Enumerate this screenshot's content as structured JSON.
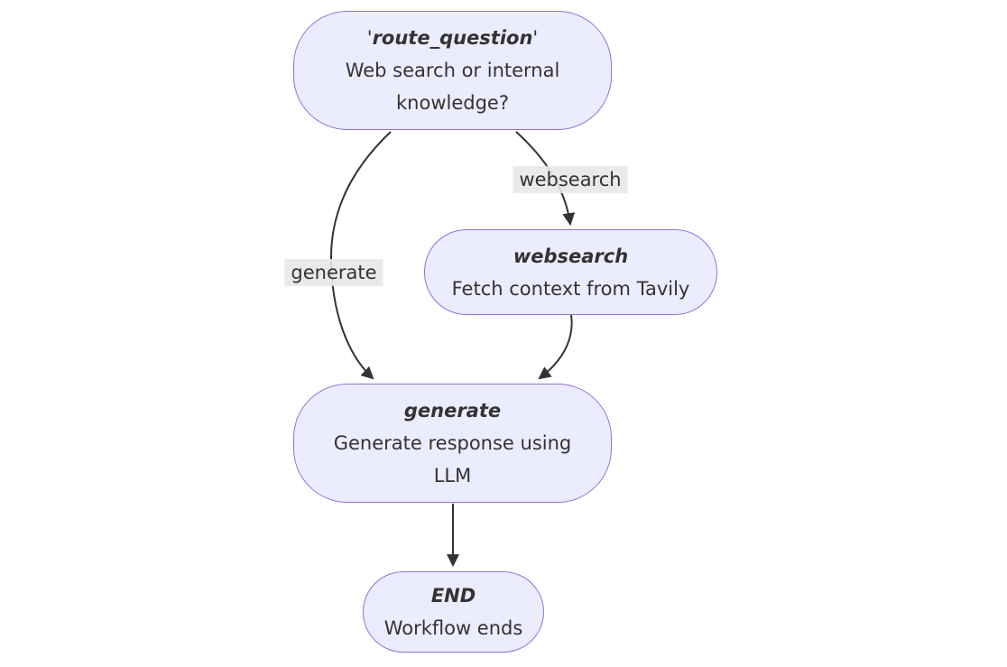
{
  "diagram": {
    "type": "flowchart",
    "nodes": {
      "route_question": {
        "quote_open": "'",
        "title": "route_question",
        "quote_close": "'",
        "desc_lines": [
          "Web search or internal",
          "knowledge?"
        ]
      },
      "websearch": {
        "title": "websearch",
        "desc_lines": [
          "Fetch context from Tavily"
        ]
      },
      "generate": {
        "title": "generate",
        "desc_lines": [
          "Generate response using",
          "LLM"
        ]
      },
      "end": {
        "title": "END",
        "desc_lines": [
          "Workflow ends"
        ]
      }
    },
    "edges": [
      {
        "from": "route_question",
        "to": "websearch",
        "label": "websearch"
      },
      {
        "from": "route_question",
        "to": "generate",
        "label": "generate"
      },
      {
        "from": "websearch",
        "to": "generate",
        "label": ""
      },
      {
        "from": "generate",
        "to": "end",
        "label": ""
      }
    ],
    "edge_labels": {
      "websearch": "websearch",
      "generate": "generate"
    }
  },
  "colors": {
    "node-fill": "#ECECFF",
    "node-border": "#9370DB",
    "text": "#333333",
    "edge": "#333333",
    "label-bg": "#e8e8e8",
    "canvas-bg": "#ffffff"
  }
}
